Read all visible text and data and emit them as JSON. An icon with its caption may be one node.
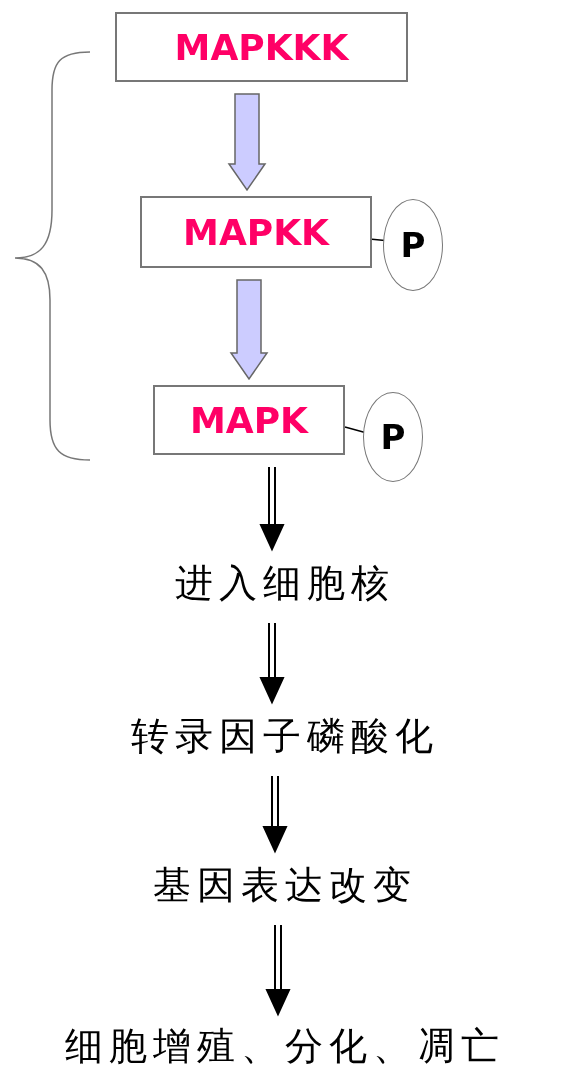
{
  "diagram": {
    "nodes": [
      {
        "text": [
          "MAPKKK"
        ]
      },
      {
        "text": [
          "MAPKK"
        ]
      },
      {
        "text": [
          "P"
        ]
      },
      {
        "text": [
          "MAPK"
        ]
      },
      {
        "text": [
          "P"
        ]
      },
      {
        "text": [
          "进入细胞核"
        ]
      },
      {
        "text": [
          "转录因子磷酸化"
        ]
      },
      {
        "text": [
          "基因表达改变"
        ]
      },
      {
        "text": [
          "细胞增殖、分化、凋亡"
        ]
      }
    ],
    "edges": [
      {
        "from": 0,
        "to": 1,
        "arrow": "to",
        "style": "thick",
        "color": "#ccccff"
      },
      {
        "from": 1,
        "to": 3,
        "arrow": "to",
        "style": "thick",
        "color": "#ccccff"
      },
      {
        "from": 1,
        "to": 2,
        "arrow": "none"
      },
      {
        "from": 3,
        "to": 4,
        "arrow": "none"
      },
      {
        "from": 3,
        "to": 5,
        "arrow": "to"
      },
      {
        "from": 5,
        "to": 6,
        "arrow": "to"
      },
      {
        "from": 6,
        "to": 7,
        "arrow": "to"
      },
      {
        "from": 7,
        "to": 8,
        "arrow": "to"
      }
    ]
  }
}
